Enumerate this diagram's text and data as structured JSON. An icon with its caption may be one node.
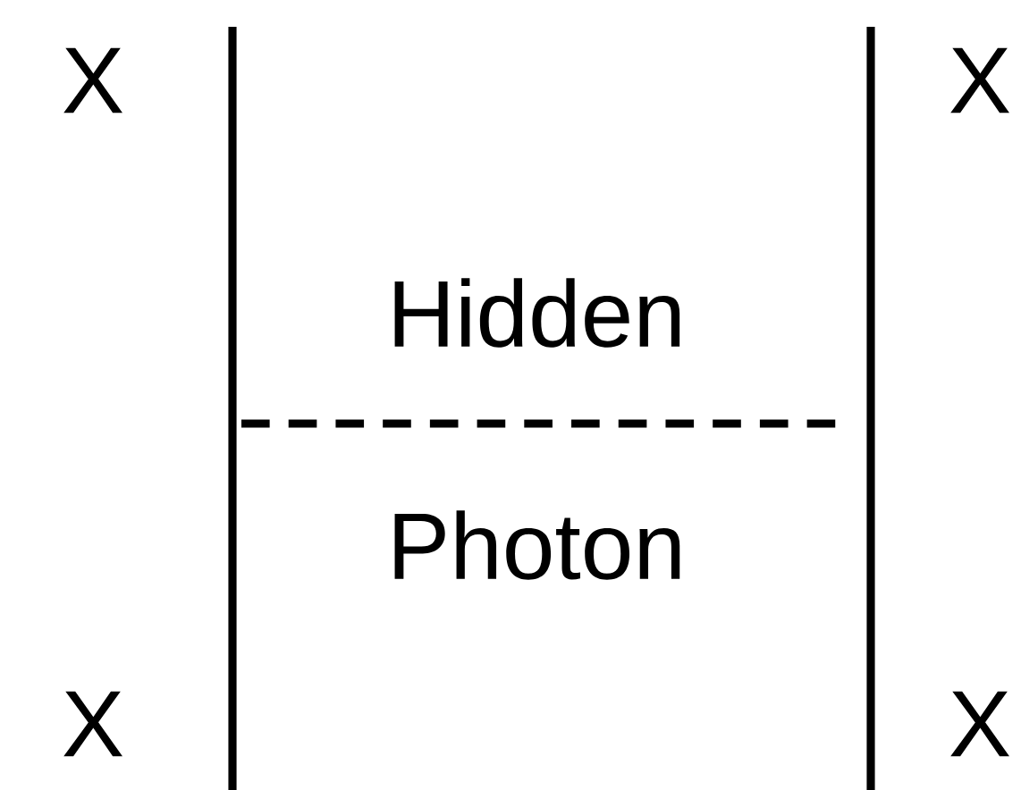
{
  "diagram": {
    "labels": [
      "X",
      "X",
      "Hidden",
      "Photon",
      "X",
      "X"
    ]
  }
}
